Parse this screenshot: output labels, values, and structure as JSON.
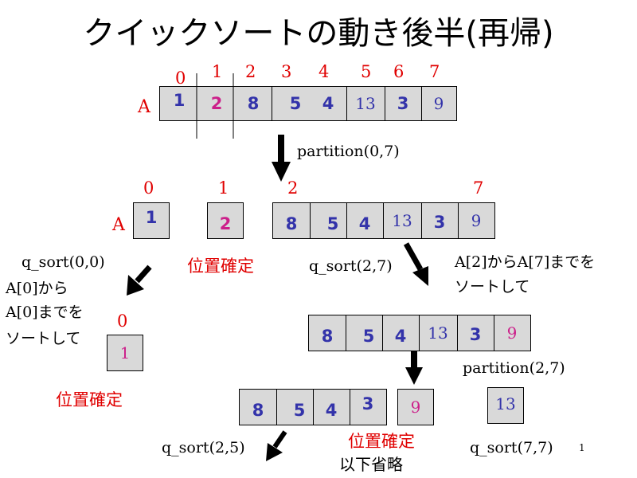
{
  "title": "クイックソートの動き後半(再帰)",
  "array_label": "A",
  "top": {
    "indices": [
      "0",
      "1",
      "2",
      "3",
      "4",
      "5",
      "6",
      "7"
    ],
    "values": [
      "1",
      "2",
      "8",
      "5",
      "4",
      "13",
      "3",
      "9"
    ]
  },
  "partition_0_7": "partition(0,7)",
  "mid": {
    "left_index": "0",
    "left_value": "1",
    "pivot_index": "1",
    "pivot_value": "2",
    "right_start_index": "2",
    "right_end_index": "7",
    "right_values": [
      "8",
      "5",
      "4",
      "13",
      "3",
      "9"
    ]
  },
  "q_sort_0_0": "q_sort(0,0)",
  "note_left": [
    "A[0]から",
    "A[0]までを",
    "ソートして"
  ],
  "fixed_label": "位置確定",
  "q_sort_2_7": "q_sort(2,7)",
  "note_right": [
    "A[2]からA[7]までを",
    "ソートして"
  ],
  "single": {
    "index": "0",
    "value": "1"
  },
  "second": {
    "values": [
      "8",
      "5",
      "4",
      "13",
      "3",
      "9"
    ]
  },
  "partition_2_7": "partition(2,7)",
  "bottom": {
    "left_values": [
      "8",
      "5",
      "4",
      "3"
    ],
    "pivot_value": "9",
    "right_value": "13"
  },
  "q_sort_2_5": "q_sort(2,5)",
  "q_sort_7_7": "q_sort(7,7)",
  "omitted": "以下省略",
  "page_number": "1",
  "colors": {
    "index_red": "#e00000",
    "value_blue": "#3333aa",
    "pink": "#cc1f8a",
    "cell_gray": "#d9d9d9"
  }
}
